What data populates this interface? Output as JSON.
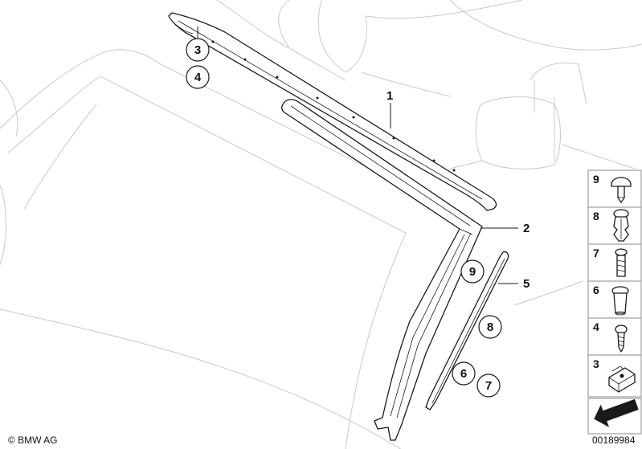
{
  "callouts": [
    {
      "id": "c1",
      "label": "1"
    },
    {
      "id": "c2",
      "label": "2"
    },
    {
      "id": "c3",
      "label": "3"
    },
    {
      "id": "c4",
      "label": "4"
    },
    {
      "id": "c5",
      "label": "5"
    },
    {
      "id": "c6",
      "label": "6"
    },
    {
      "id": "c7",
      "label": "7"
    },
    {
      "id": "c8",
      "label": "8"
    },
    {
      "id": "c9",
      "label": "9"
    }
  ],
  "legend": [
    {
      "label": "9",
      "icon": "push-rivet-icon"
    },
    {
      "label": "8",
      "icon": "expanding-rivet-icon"
    },
    {
      "label": "7",
      "icon": "screw-icon"
    },
    {
      "label": "6",
      "icon": "sleeve-nut-icon"
    },
    {
      "label": "4",
      "icon": "self-tapping-screw-icon"
    },
    {
      "label": "3",
      "icon": "clip-nut-icon"
    }
  ],
  "footer": {
    "copyright": "© BMW AG",
    "diagram_id": "00189984"
  },
  "colors": {
    "line": "#1a1a1a",
    "ghost": "#c9c9c9",
    "background": "#ffffff"
  }
}
